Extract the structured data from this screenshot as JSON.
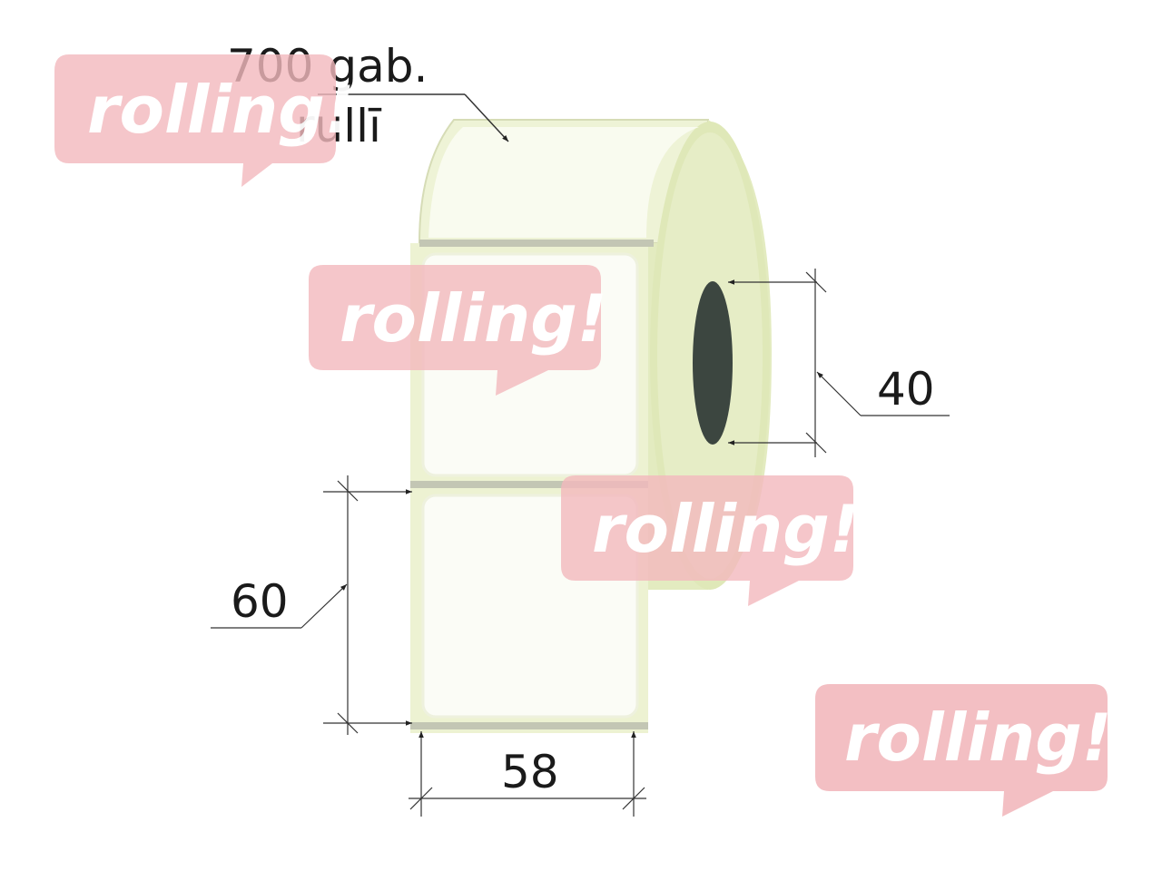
{
  "roll": {
    "count_label": "700 gab.",
    "unit_label": "rullī"
  },
  "dimensions": {
    "core_diameter": "40",
    "label_height": "60",
    "label_width": "58"
  },
  "watermark": {
    "text": "rolling!",
    "color": "#f2b8bd"
  },
  "colors": {
    "roll_side": "#e4ecc4",
    "roll_face": "#f6f9ea",
    "label_fill": "#fbfcf6",
    "core_hole": "#3c4640",
    "gap_line": "#b9bcae",
    "dimension_line": "#333333"
  }
}
